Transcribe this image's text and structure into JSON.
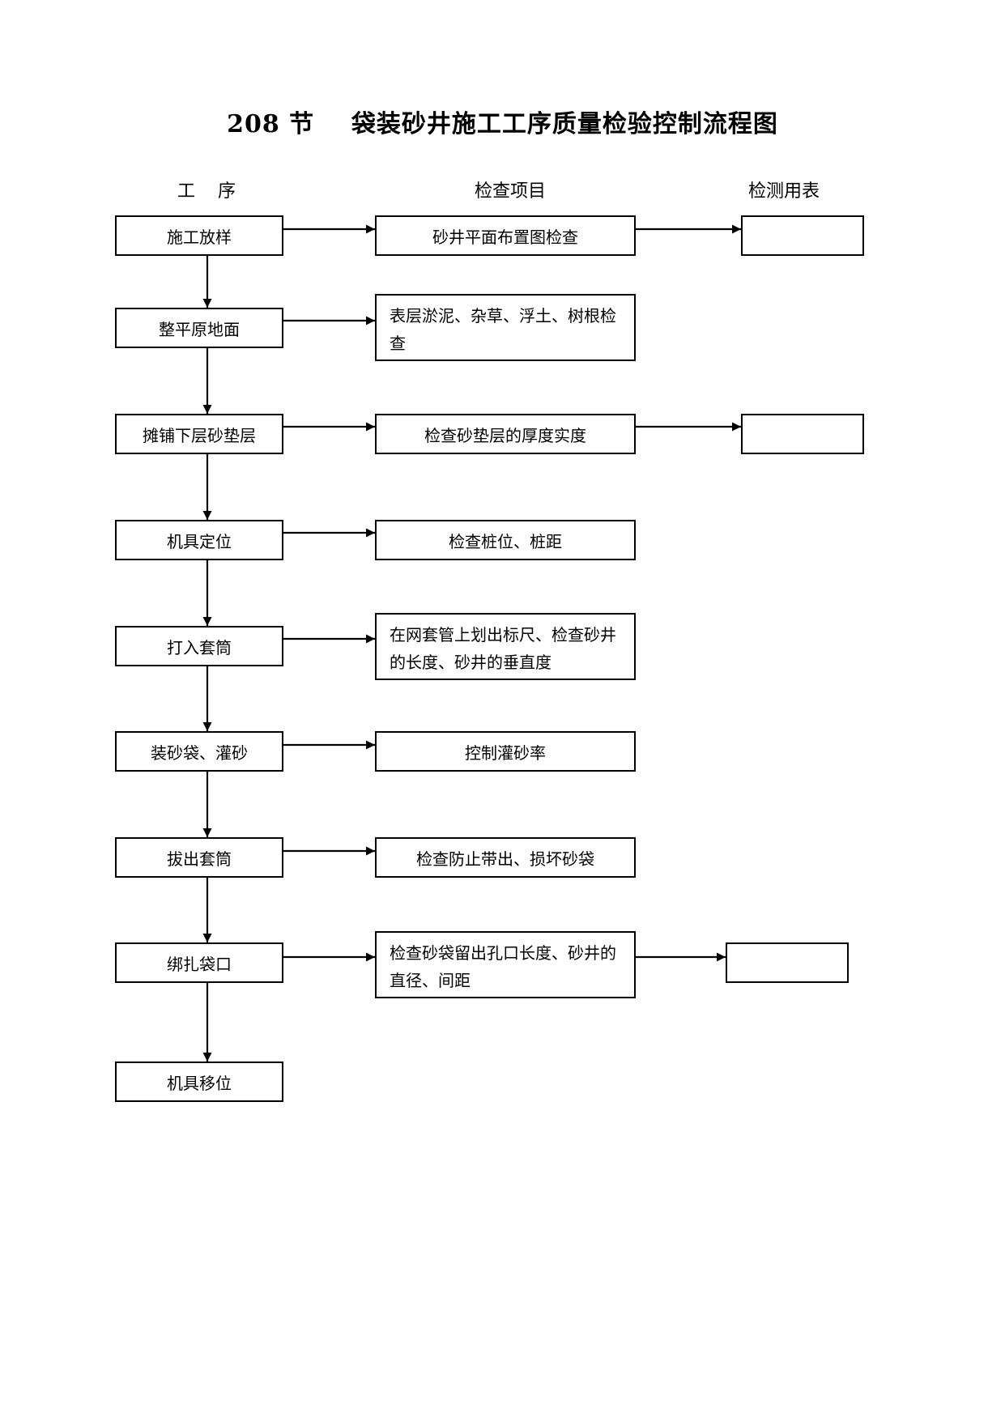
{
  "title": "208 节    袋装砂井施工工序质量检验控制流程图",
  "headers": {
    "process": "工    序",
    "inspection": "检查项目",
    "table": "检测用表"
  },
  "steps": [
    "施工放样",
    "整平原地面",
    "摊铺下层砂垫层",
    "机具定位",
    "打入套筒",
    "装砂袋、灌砂",
    "拔出套筒",
    "绑扎袋口",
    "机具移位"
  ],
  "checks": [
    "砂井平面布置图检查",
    "表层淤泥、杂草、浮土、树根检查",
    "检查砂垫层的厚度实度",
    "检查桩位、桩距",
    "在网套管上划出标尺、检查砂井的长度、砂井的垂直度",
    "控制灌砂率",
    "检查防止带出、损坏砂袋",
    "检查砂袋留出孔口长度、砂井的直径、间距"
  ],
  "tables": [
    "",
    "",
    ""
  ]
}
